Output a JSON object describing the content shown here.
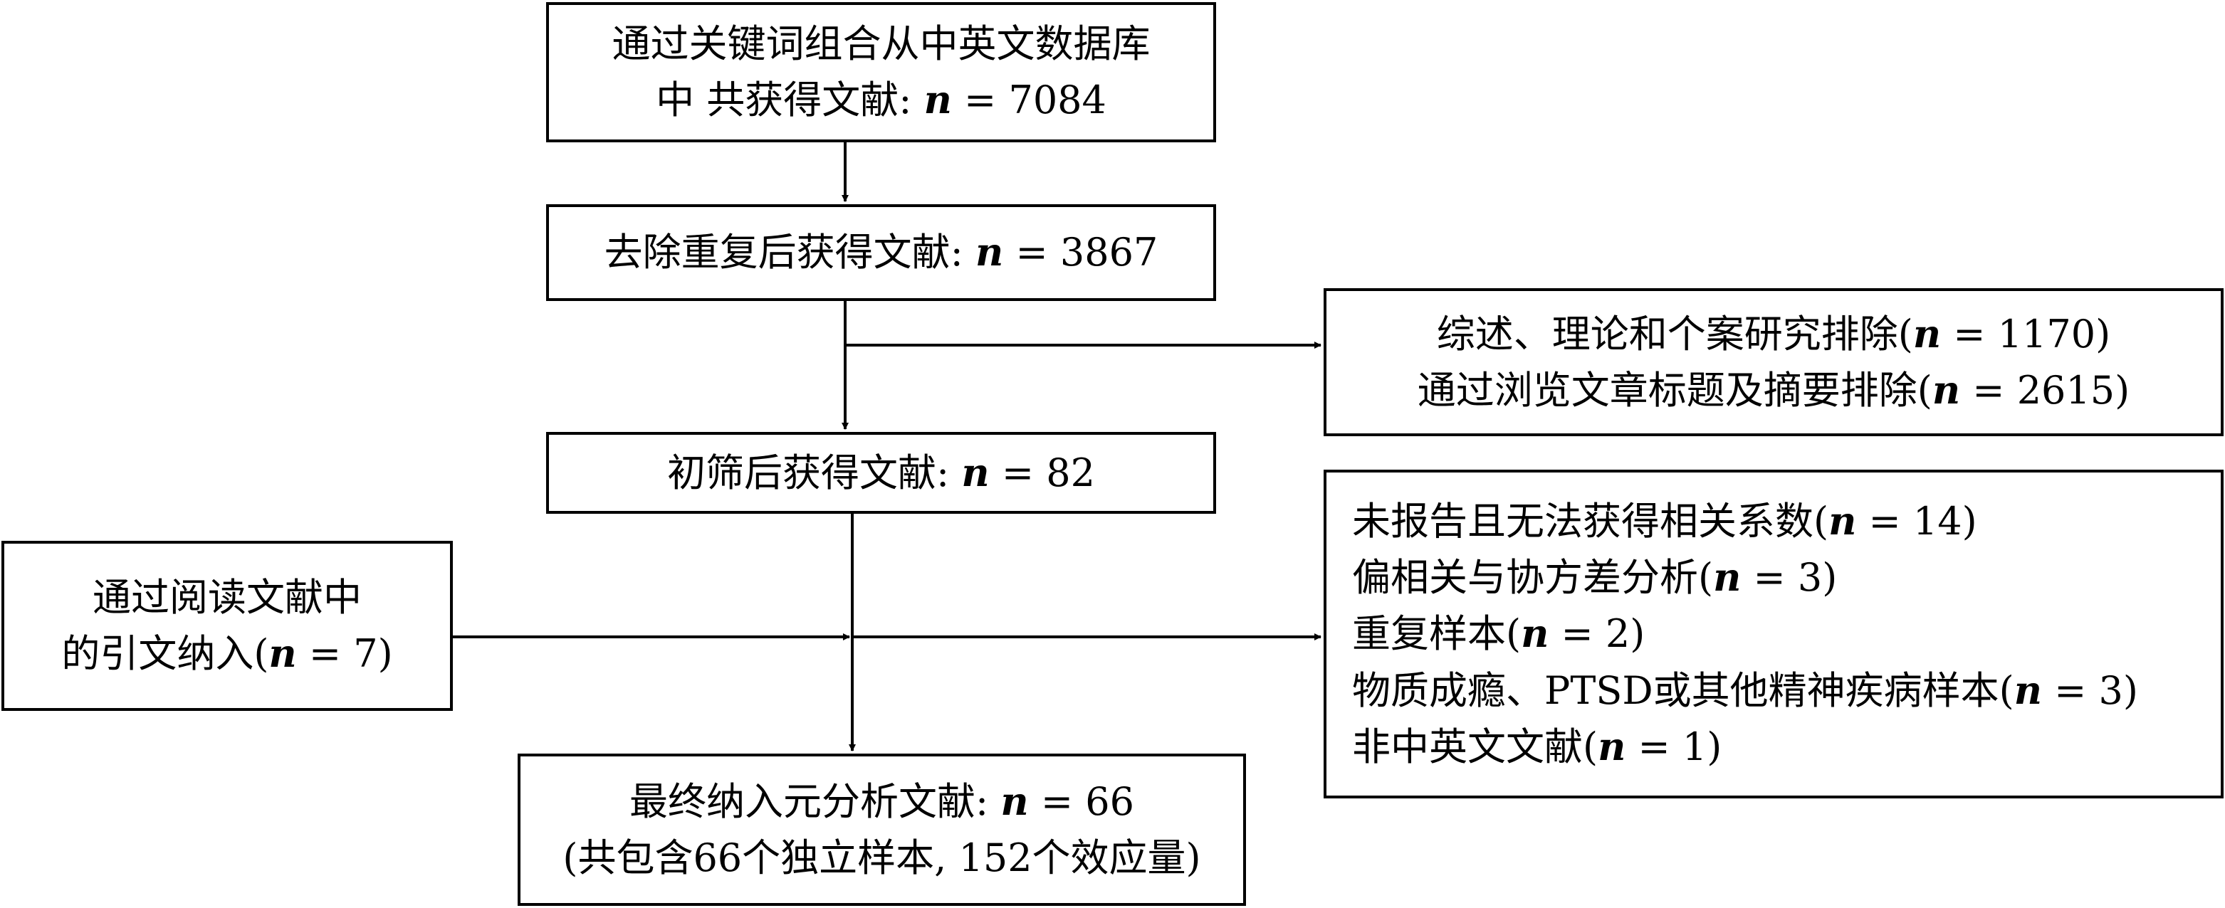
{
  "boxes": {
    "identified": {
      "lines": [
        "通过关键词组合从中英文数据库",
        "中 共获得文献: n = 7084"
      ]
    },
    "deduplicated": {
      "lines": [
        "去除重复后获得文献: n = 3867"
      ]
    },
    "excluded_first": {
      "lines": [
        "综述、理论和个案研究排除(n = 1170)",
        "通过浏览文章标题及摘要排除(n = 2615)"
      ]
    },
    "screened": {
      "lines": [
        "初筛后获得文献: n = 82"
      ]
    },
    "citations": {
      "lines": [
        "通过阅读文献中",
        "的引文纳入(n = 7)"
      ]
    },
    "excluded_second": {
      "lines": [
        "未报告且无法获得相关系数(n = 14)",
        "偏相关与协方差分析(n = 3)",
        "重复样本(n = 2)",
        "物质成瘾、PTSD或其他精神疾病样本(n = 3)",
        "非中英文文献(n = 1)"
      ]
    },
    "final": {
      "lines": [
        "最终纳入元分析文献: n = 66",
        "(共包含66个独立样本, 152个效应量)"
      ]
    }
  }
}
